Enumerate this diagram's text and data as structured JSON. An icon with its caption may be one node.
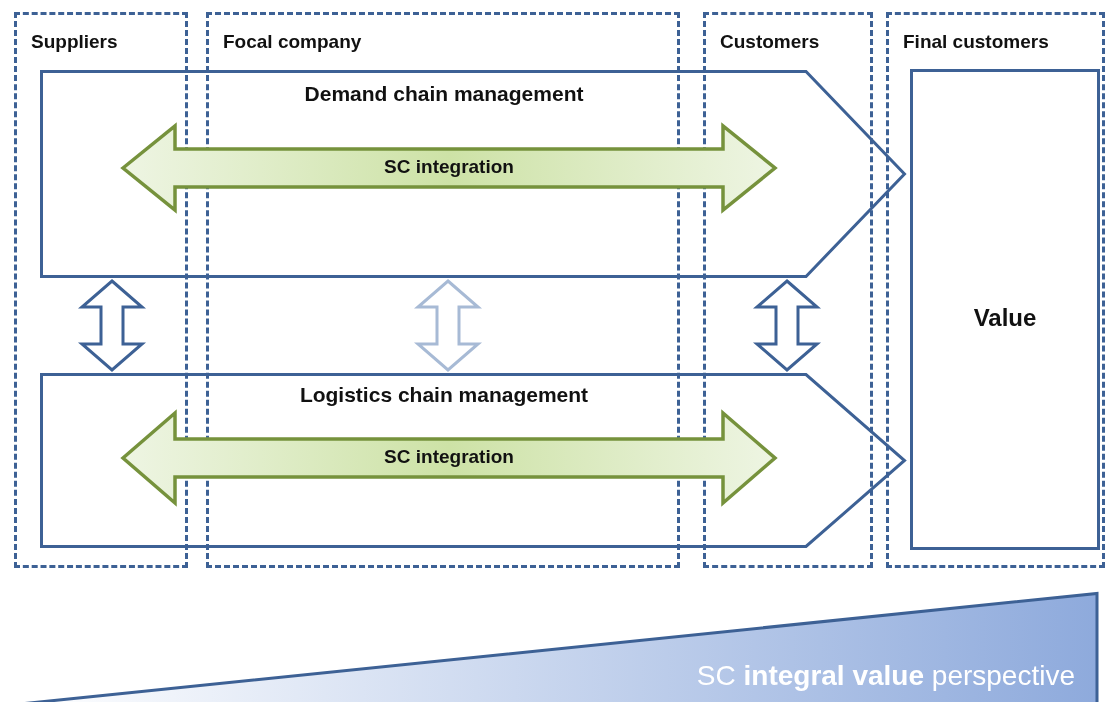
{
  "diagram": {
    "nodes": [
      {
        "text": [
          "Suppliers"
        ]
      },
      {
        "text": [
          "Focal company"
        ]
      },
      {
        "text": [
          "Customers"
        ]
      },
      {
        "text": [
          "Final customers"
        ]
      },
      {
        "text": [
          "Demand chain management"
        ]
      },
      {
        "text": [
          "Logistics chain management"
        ]
      },
      {
        "text": [
          "Value"
        ],
        "in": 3
      },
      {
        "text": [
          "SC **integral value** perspective"
        ]
      }
    ],
    "edges": [
      {
        "from": 4,
        "to": 5,
        "arrow": "both"
      },
      {
        "from": 4,
        "to": 5,
        "arrow": "both",
        "color": "#a7bad5"
      },
      {
        "from": 4,
        "to": 5,
        "arrow": "both"
      },
      {
        "from": 0,
        "to": 2,
        "arrow": "both",
        "label": "SC integration",
        "color": "#76923c",
        "style": "thick"
      },
      {
        "from": 0,
        "to": 2,
        "arrow": "both",
        "label": "SC integration",
        "color": "#76923c",
        "style": "thick"
      }
    ]
  }
}
